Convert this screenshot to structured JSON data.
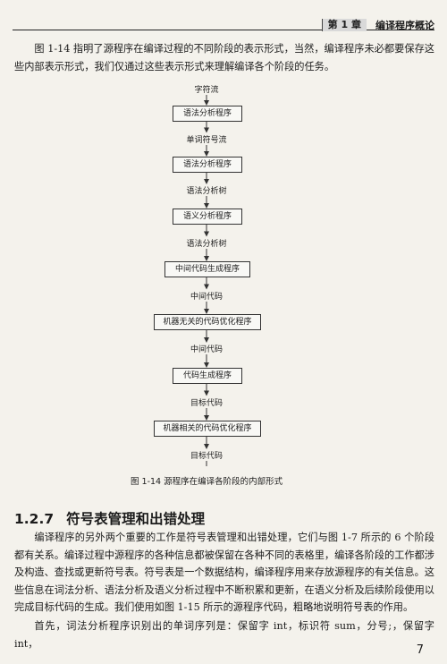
{
  "header": {
    "chapter_label": "第 1 章",
    "chapter_title": "编译程序概论"
  },
  "intro_paragraph": "图 1-14 指明了源程序在编译过程的不同阶段的表示形式，当然，编译程序未必都要保存这些内部表示形式，我们仅通过这些表示形式来理解编译各个阶段的任务。",
  "figure": {
    "start_label": "字符流",
    "nodes": [
      {
        "label": "语法分析程序"
      },
      {
        "label": "语法分析程序"
      },
      {
        "label": "语义分析程序"
      },
      {
        "label": "中间代码生成程序"
      },
      {
        "label": "机器无关的代码优化程序"
      },
      {
        "label": "代码生成程序"
      },
      {
        "label": "机器相关的代码优化程序"
      }
    ],
    "edges": [
      {
        "label": "单词符号流"
      },
      {
        "label": "语法分析树"
      },
      {
        "label": "语法分析树"
      },
      {
        "label": "中间代码"
      },
      {
        "label": "中间代码"
      },
      {
        "label": "目标代码"
      },
      {
        "label": "目标代码"
      }
    ],
    "caption": "图 1-14    源程序在编译各阶段的内部形式"
  },
  "section": {
    "number": "1.2.7",
    "title": "符号表管理和出错处理"
  },
  "body_paragraphs": [
    "编译程序的另外两个重要的工作是符号表管理和出错处理，它们与图 1-7 所示的 6 个阶段都有关系。编译过程中源程序的各种信息都被保留在各种不同的表格里，编译各阶段的工作都涉及构造、查找或更新符号表。符号表是一个数据结构，编译程序用来存放源程序的有关信息。这些信息在词法分析、语法分析及语义分析过程中不断积累和更新，在语义分析及后续阶段使用以完成目标代码的生成。我们使用如图 1-15 所示的源程序代码，粗略地说明符号表的作用。",
    "首先，词法分析程序识别出的单词序列是：保留字 int，标识符 sum，分号;，保留字 int，"
  ],
  "page_number": "7"
}
